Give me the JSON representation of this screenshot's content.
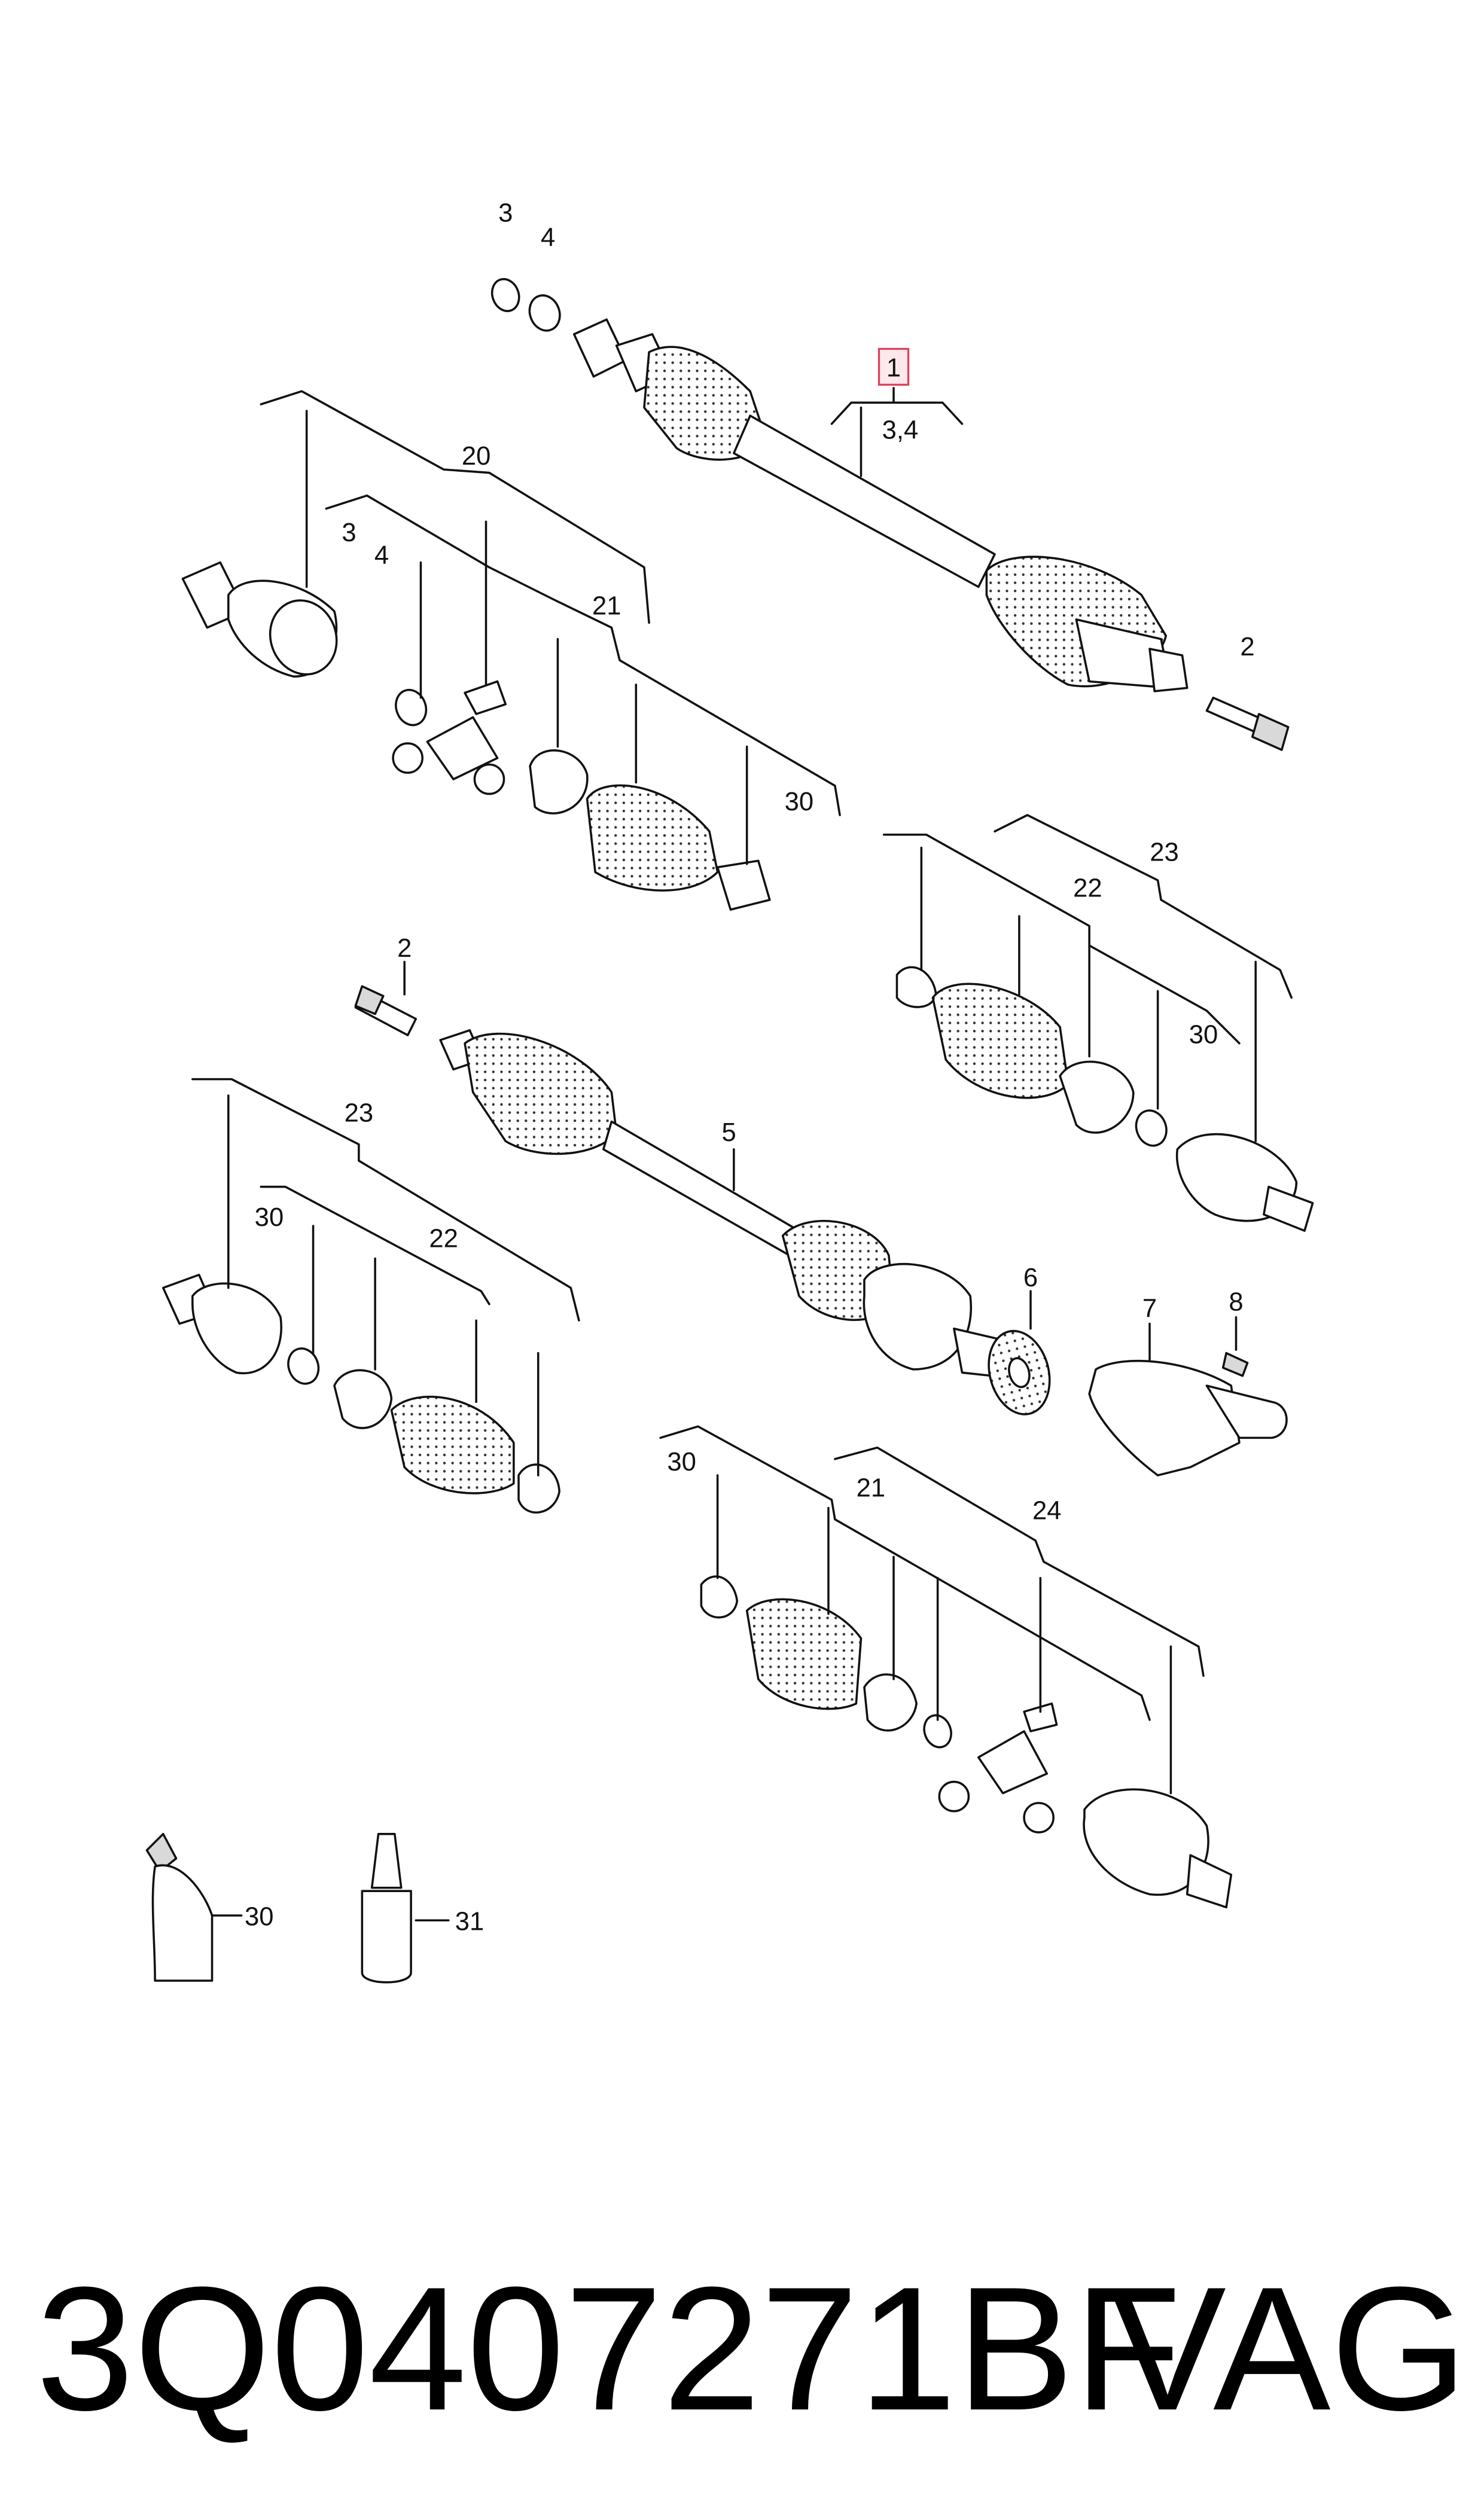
{
  "callouts": {
    "c1": "1",
    "c1_sub": "3,4",
    "top_3": "3",
    "top_4": "4",
    "top_2": "2",
    "a20": "20",
    "a3": "3",
    "a4": "4",
    "a21": "21",
    "a30": "30",
    "b23": "23",
    "b22": "22",
    "b30": "30",
    "mid_2": "2",
    "mid_5": "5",
    "mid_6": "6",
    "mid_7": "7",
    "mid_8": "8",
    "c23": "23",
    "c30": "30",
    "c22": "22",
    "d30": "30",
    "d21": "21",
    "d24": "24",
    "e30": "30",
    "e31": "31"
  },
  "footer": {
    "part_number": "3Q0407271BF",
    "brand": "VAG"
  },
  "colors": {
    "line": "#111111",
    "highlight": "#e0405a",
    "highlight_fill": "#fde9ec",
    "shade": "#d9d9d9"
  }
}
